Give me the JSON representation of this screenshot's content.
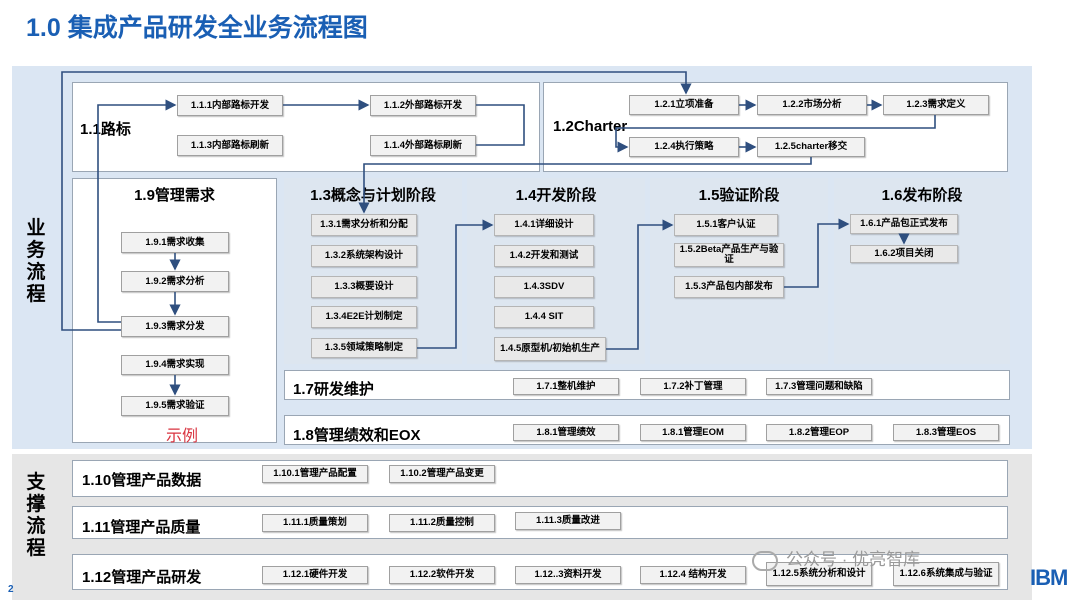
{
  "title": "1.0 集成产品研发全业务流程图",
  "lanes": {
    "business": "业务流程",
    "support": "支撑流程"
  },
  "roadmap": {
    "title": "1.1路标",
    "boxes": [
      "1.1.1内部路标开发",
      "1.1.2外部路标开发",
      "1.1.3内部路标刷新",
      "1.1.4外部路标刷新"
    ]
  },
  "charter": {
    "title": "1.2Charter",
    "boxes": [
      "1.2.1立项准备",
      "1.2.2市场分析",
      "1.2.3需求定义",
      "1.2.4执行策略",
      "1.2.5charter移交"
    ]
  },
  "demand": {
    "title": "1.9管理需求",
    "boxes": [
      "1.9.1需求收集",
      "1.9.2需求分析",
      "1.9.3需求分发",
      "1.9.4需求实现",
      "1.9.5需求验证"
    ],
    "example": "示例"
  },
  "concept": {
    "title": "1.3概念与计划阶段",
    "boxes": [
      "1.3.1需求分析和分配",
      "1.3.2系统架构设计",
      "1.3.3概要设计",
      "1.3.4E2E计划制定",
      "1.3.5领域策略制定"
    ]
  },
  "develop": {
    "title": "1.4开发阶段",
    "boxes": [
      "1.4.1详细设计",
      "1.4.2开发和测试",
      "1.4.3SDV",
      "1.4.4 SIT",
      "1.4.5原型机/初始机生产"
    ]
  },
  "verify": {
    "title": "1.5验证阶段",
    "boxes": [
      "1.5.1客户认证",
      "1.5.2Beta产品生产与验证",
      "1.5.3产品包内部发布"
    ]
  },
  "release": {
    "title": "1.6发布阶段",
    "boxes": [
      "1.6.1产品包正式发布",
      "1.6.2项目关闭"
    ]
  },
  "maintain": {
    "title": "1.7研发维护",
    "boxes": [
      "1.7.1整机维护",
      "1.7.2补丁管理",
      "1.7.3管理问题和缺陷"
    ]
  },
  "perf": {
    "title": "1.8管理绩效和EOX",
    "boxes": [
      "1.8.1管理绩效",
      "1.8.1管理EOM",
      "1.8.2管理EOP",
      "1.8.3管理EOS"
    ]
  },
  "data": {
    "title": "1.10管理产品数据",
    "boxes": [
      "1.10.1管理产品配置",
      "1.10.2管理产品变更"
    ]
  },
  "quality": {
    "title": "1.11管理产品质量",
    "boxes": [
      "1.11.1质量策划",
      "1.11.2质量控制",
      "1.11.3质量改进"
    ]
  },
  "rnd": {
    "title": "1.12管理产品研发",
    "boxes": [
      "1.12.1硬件开发",
      "1.12.2软件开发",
      "1.12..3资料开发",
      "1.12.4 结构开发",
      "1.12.5系统分析和设计",
      "1.12.6系统集成与验证"
    ]
  },
  "watermark": "公众号 · 优亮智库",
  "page_number": "2",
  "logo": "IBM",
  "colors": {
    "title": "#1a5fb4",
    "band_business": "#dbe6f3",
    "arrow": "#2f4f7f",
    "example": "#d9333f"
  }
}
